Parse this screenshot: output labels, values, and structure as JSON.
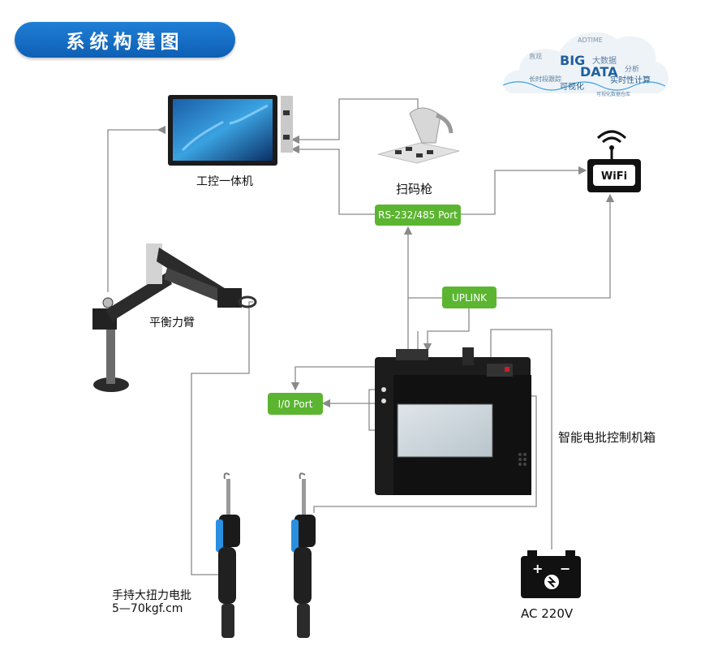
{
  "title": "系统构建图",
  "labels": {
    "ipc": "工控一体机",
    "scanner": "扫码枪",
    "arm": "平衡力臂",
    "controller": "智能电批控制机箱",
    "screwdriver_name": "手持大扭力电批",
    "screwdriver_range": "5—70kgf.cm",
    "power": "AC 220V",
    "wifi": "WiFi"
  },
  "ports": {
    "rs": "RS-232/485 Port",
    "uplink": "UPLINK",
    "io": "I/0 Port"
  },
  "cloud_words": [
    "BIG",
    "DATA",
    "ADTIME",
    "实时性计算",
    "长时段跟踪",
    "可视化",
    "分析",
    "大数据",
    "直观",
    "可视化数据仓库"
  ],
  "colors": {
    "title_bg": "#1470c8",
    "port_green": "#5cb531",
    "line": "#8a8a8a"
  },
  "icons": [
    "wifi-router-icon",
    "battery-icon",
    "cloud-icon"
  ]
}
